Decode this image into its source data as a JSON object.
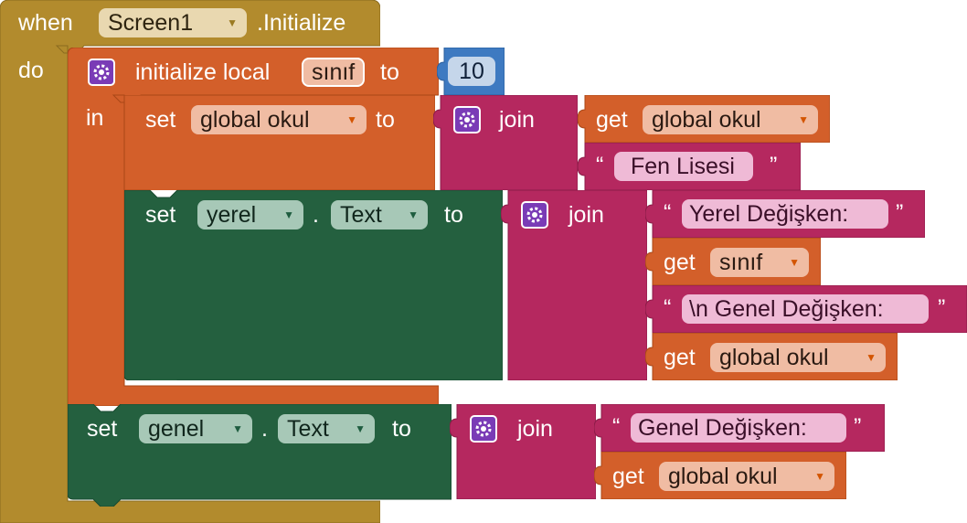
{
  "event": {
    "when_label": "when",
    "component": "Screen1",
    "event_name": ".Initialize",
    "do_label": "do"
  },
  "local_init": {
    "label": "initialize local",
    "var_name": "sınıf",
    "to_label": "to",
    "value": "10",
    "in_label": "in"
  },
  "set_global": {
    "set_label": "set",
    "variable": "global okul",
    "to_label": "to",
    "join_label": "join",
    "get_label": "get",
    "get_var": "global okul",
    "text": "Fen Lisesi",
    "quote_open": "“",
    "quote_close": "”"
  },
  "set_yerel": {
    "set_label": "set",
    "component": "yerel",
    "dot": ".",
    "property": "Text",
    "to_label": "to",
    "join_label": "join",
    "text1": "Yerel Değişken:",
    "get1_label": "get",
    "get1_var": "sınıf",
    "text2": "\\n Genel Değişken:",
    "get2_label": "get",
    "get2_var": "global okul",
    "quote_open": "“",
    "quote_close": "”"
  },
  "set_genel": {
    "set_label": "set",
    "component": "genel",
    "dot": ".",
    "property": "Text",
    "to_label": "to",
    "join_label": "join",
    "text1": "Genel Değişken:",
    "get_label": "get",
    "get_var": "global okul",
    "quote_open": "“",
    "quote_close": "”"
  },
  "icons": {
    "mutator": "gear-icon",
    "dropdown": "chevron-down-icon"
  },
  "colors": {
    "event_block": "#b28b2d",
    "variable_block": "#d35f2a",
    "text_block": "#b5285f",
    "component_block": "#24603f",
    "math_block": "#3e7ac1",
    "mutator": "#7a3bb6"
  }
}
